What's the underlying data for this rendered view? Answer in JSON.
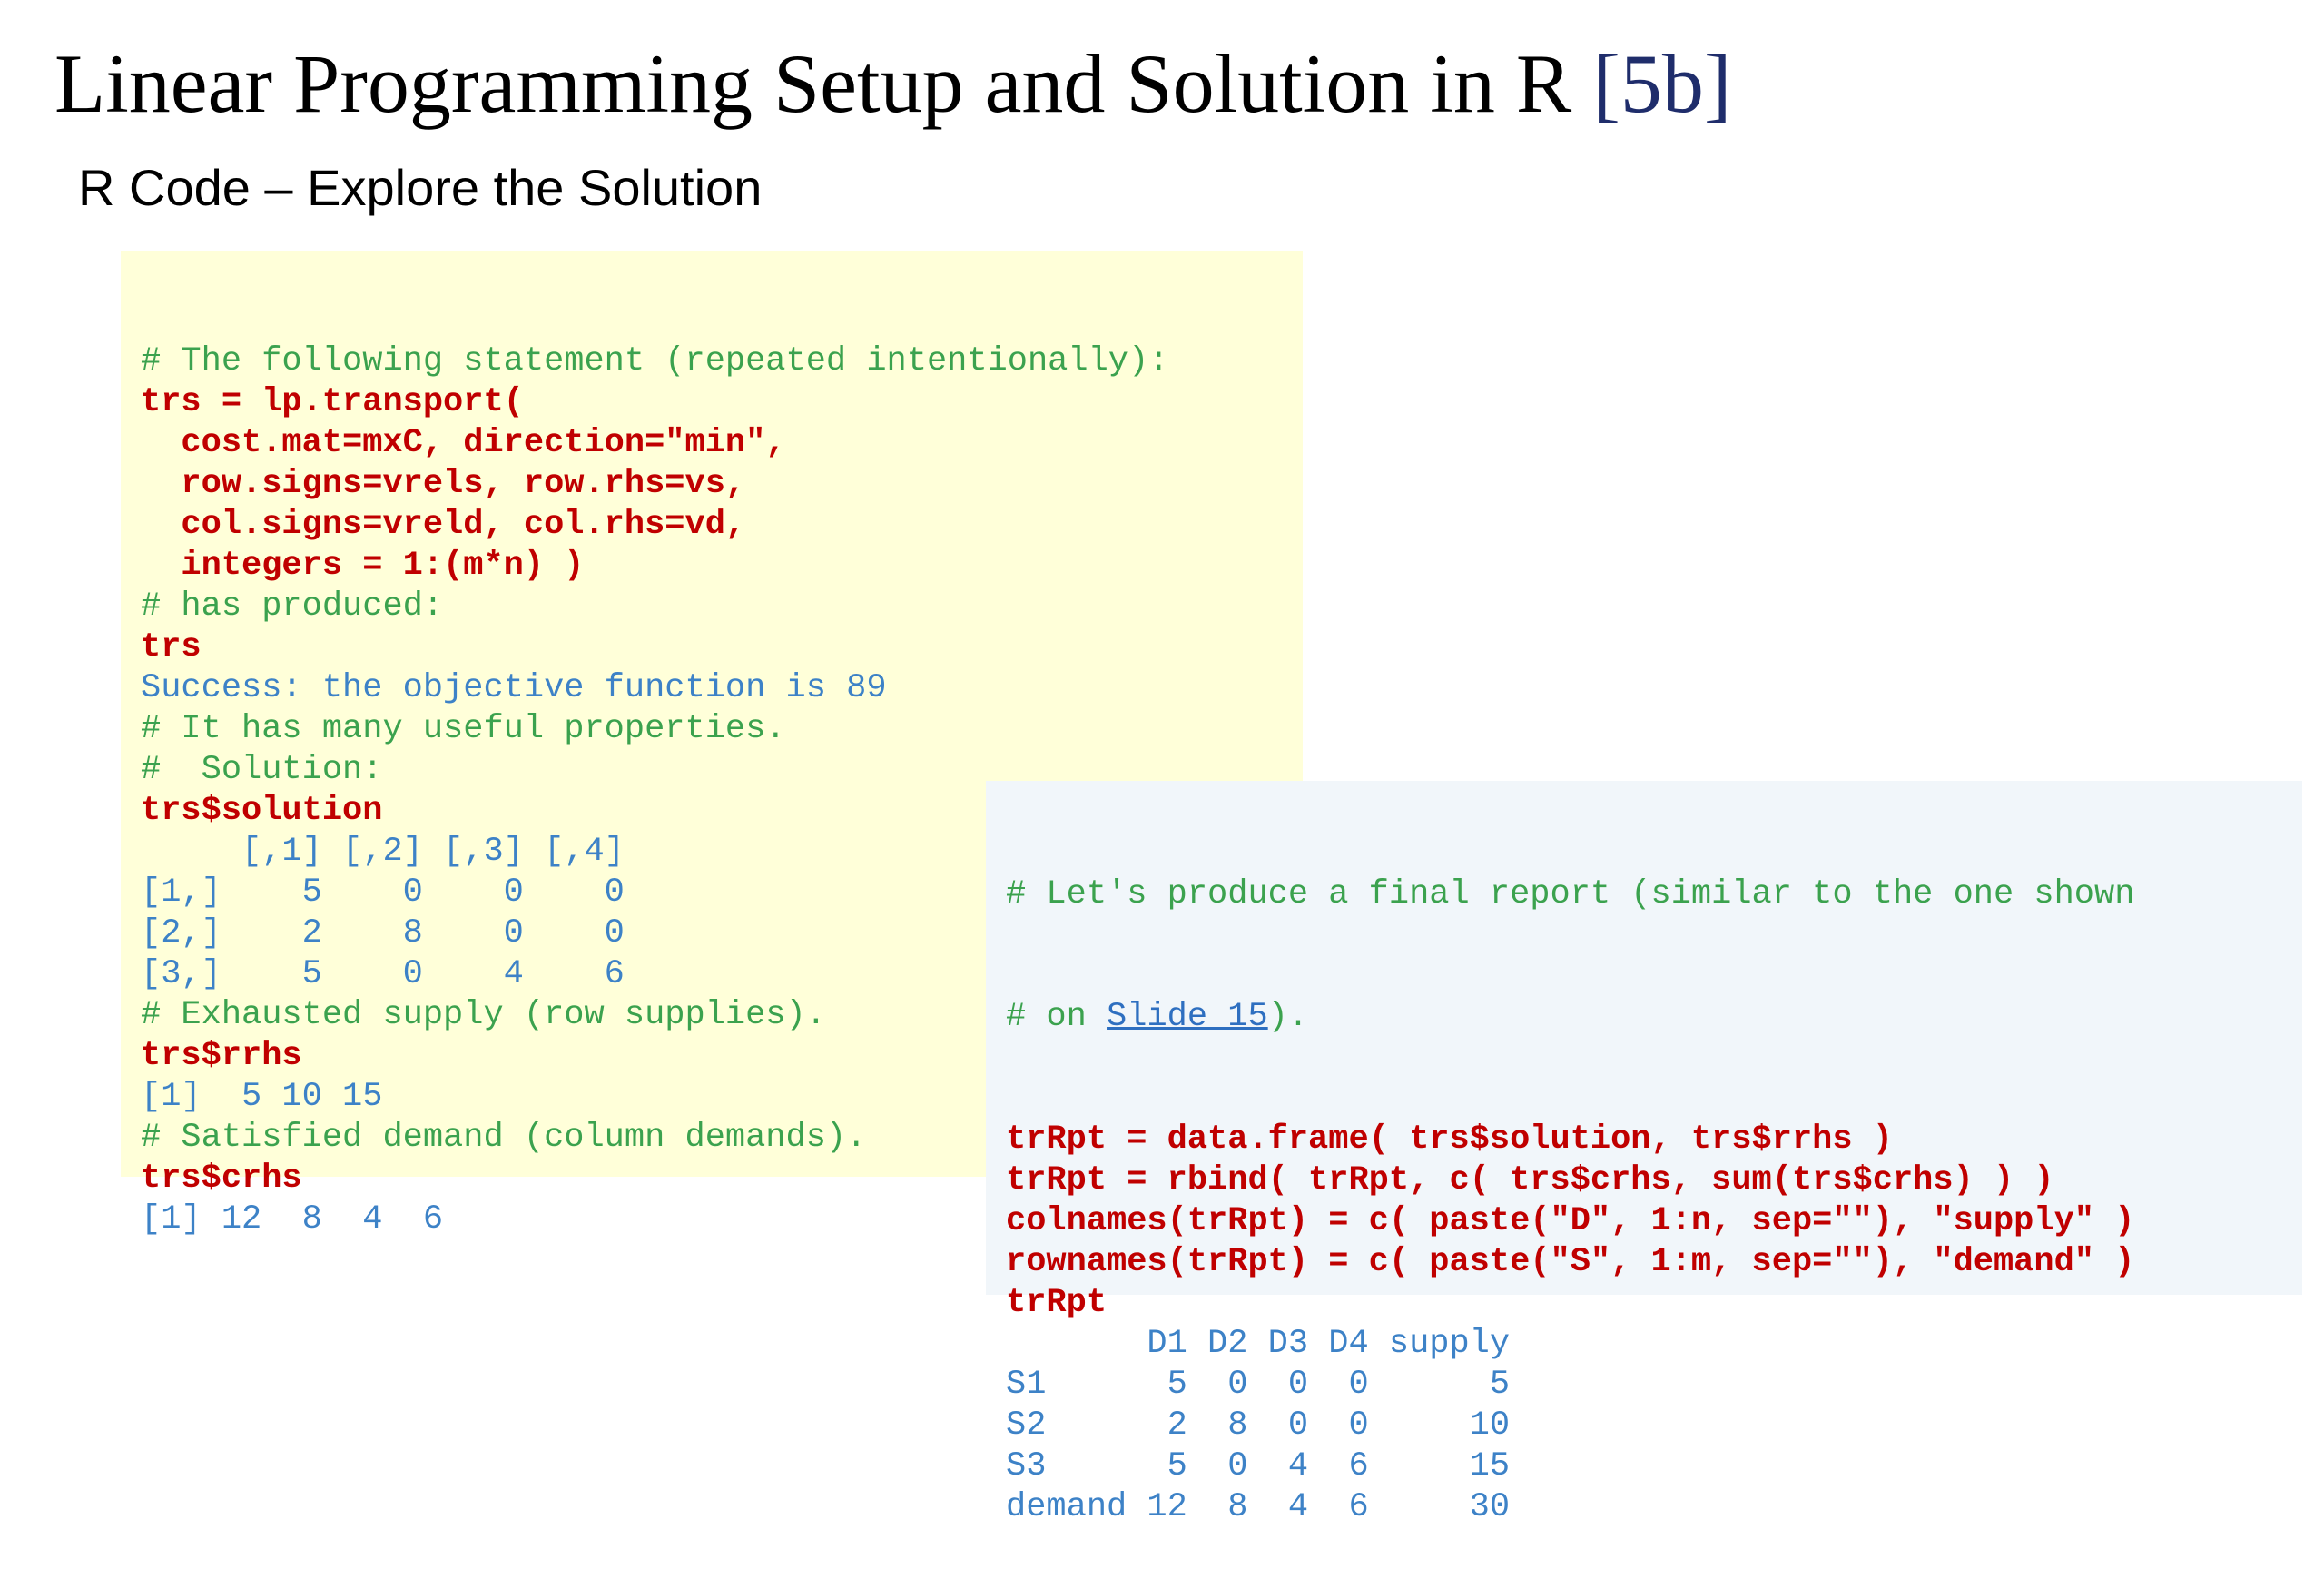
{
  "slide": {
    "title": "Linear Programming Setup and Solution in R",
    "title_ref": "[5b]",
    "subtitle": "R Code – Explore the Solution"
  },
  "left_panel": {
    "lines": [
      {
        "type": "comment",
        "text": "# The following statement (repeated intentionally):"
      },
      {
        "type": "code",
        "text": "trs = lp.transport("
      },
      {
        "type": "code",
        "text": "  cost.mat=mxC, direction=\"min\","
      },
      {
        "type": "code",
        "text": "  row.signs=vrels, row.rhs=vs,"
      },
      {
        "type": "code",
        "text": "  col.signs=vreld, col.rhs=vd,"
      },
      {
        "type": "code",
        "text": "  integers = 1:(m*n) )"
      },
      {
        "type": "comment",
        "text": "# has produced:"
      },
      {
        "type": "code",
        "text": "trs"
      },
      {
        "type": "out",
        "text": "Success: the objective function is 89"
      },
      {
        "type": "comment",
        "text": "# It has many useful properties."
      },
      {
        "type": "comment",
        "text": "#  Solution:"
      },
      {
        "type": "code",
        "text": "trs$solution"
      },
      {
        "type": "out",
        "text": "     [,1] [,2] [,3] [,4]"
      },
      {
        "type": "out",
        "text": "[1,]    5    0    0    0"
      },
      {
        "type": "out",
        "text": "[2,]    2    8    0    0"
      },
      {
        "type": "out",
        "text": "[3,]    5    0    4    6"
      },
      {
        "type": "comment",
        "text": "# Exhausted supply (row supplies)."
      },
      {
        "type": "code",
        "text": "trs$rrhs"
      },
      {
        "type": "out",
        "text": "[1]  5 10 15"
      },
      {
        "type": "comment",
        "text": "# Satisfied demand (column demands)."
      },
      {
        "type": "code",
        "text": "trs$crhs"
      },
      {
        "type": "out",
        "text": "[1] 12  8  4  6"
      }
    ]
  },
  "right_panel": {
    "comment_line1": "# Let's produce a final report (similar to the one shown",
    "comment_line2_prefix": "# on ",
    "comment_line2_link": "Slide 15",
    "comment_line2_suffix": ").",
    "lines": [
      {
        "type": "code",
        "text": "trRpt = data.frame( trs$solution, trs$rrhs )"
      },
      {
        "type": "code",
        "text": "trRpt = rbind( trRpt, c( trs$crhs, sum(trs$crhs) ) )"
      },
      {
        "type": "code",
        "text": "colnames(trRpt) = c( paste(\"D\", 1:n, sep=\"\"), \"supply\" )"
      },
      {
        "type": "code",
        "text": "rownames(trRpt) = c( paste(\"S\", 1:m, sep=\"\"), \"demand\" )"
      },
      {
        "type": "code",
        "text": "trRpt"
      },
      {
        "type": "out",
        "text": "       D1 D2 D3 D4 supply"
      },
      {
        "type": "out",
        "text": "S1      5  0  0  0      5"
      },
      {
        "type": "out",
        "text": "S2      2  8  0  0     10"
      },
      {
        "type": "out",
        "text": "S3      5  0  4  6     15"
      },
      {
        "type": "out",
        "text": "demand 12  8  4  6     30"
      }
    ]
  },
  "colors": {
    "comment": "#3ba24e",
    "code": "#c00000",
    "output": "#3d82c7",
    "left_panel_bg": "#ffffd9",
    "right_panel_bg": "#f1f6fa",
    "title_ref": "#1f2d6b"
  }
}
